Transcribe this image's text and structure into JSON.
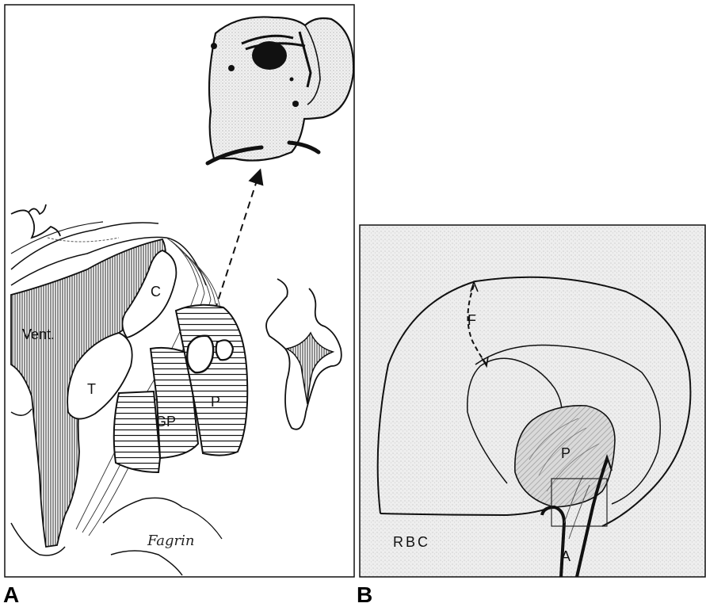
{
  "panel_a": {
    "letter": "A",
    "labels": {
      "ventricle": "Vent.",
      "caudate": "C",
      "thalamus": "T",
      "globus_pallidus": "GP",
      "putamen": "P"
    },
    "signature": "Fagrin"
  },
  "panel_b": {
    "letter": "B",
    "labels": {
      "fissure": "F",
      "putamen": "P",
      "artery": "A",
      "region": "RBC"
    }
  },
  "colors": {
    "ink": "#111111",
    "paper": "#ffffff",
    "stipple": "#e9e9e9",
    "panel_b_bg": "#ececec"
  }
}
